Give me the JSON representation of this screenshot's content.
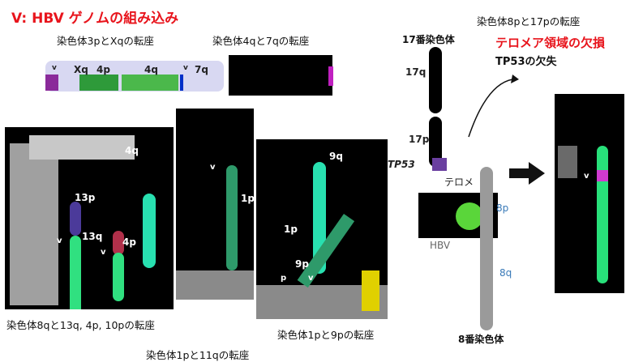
{
  "title": "V: HBV ゲノムの組み込み",
  "captions": {
    "cap_3p_x": "染色体3pとXqの転座",
    "cap_4q_7q": "染色体4qと7qの転座",
    "cap_8p_17p": "染色体8pと17pの転座",
    "cap_8q_multi": "染色体8qと13q, 4p, 10pの転座",
    "cap_1p_9p": "染色体1pと9pの転座",
    "cap_1p_11q": "染色体1pと11qの転座"
  },
  "chromosomes": {
    "chr17_title": "17番染色体",
    "chr8_title": "8番染色体",
    "label_17q": "17q",
    "label_17p": "17p",
    "label_8q": "8q",
    "label_8p": "8p",
    "label_tp53": "TP53",
    "label_telomere": "テロメ",
    "label_hbv": "HBV"
  },
  "callouts": {
    "telomere_loss": "テロメア領域の欠損",
    "tp53_loss": "TP53の欠失"
  },
  "strip_labels": [
    "v",
    "Xq",
    "4p",
    "4q",
    "v",
    "7q"
  ],
  "panel_labels": {
    "p1_13p": "13p",
    "p1_13q": "13q",
    "p1_4p": "4p",
    "p1_v1": "v",
    "p1_v2": "v",
    "p1_4q": "4q",
    "p2_v": "v",
    "p2_1p": "1p",
    "p3_9q": "9q",
    "p3_9p": "9p",
    "p3_v": "v",
    "p3_1p": "1p",
    "p3_p": "p",
    "p5_v": "v"
  },
  "colors": {
    "title_red": "#e8141c",
    "green": "#2fbf5a",
    "cyan": "#28e0b0",
    "purple": "#6a3fa0",
    "magenta": "#b000b0"
  }
}
